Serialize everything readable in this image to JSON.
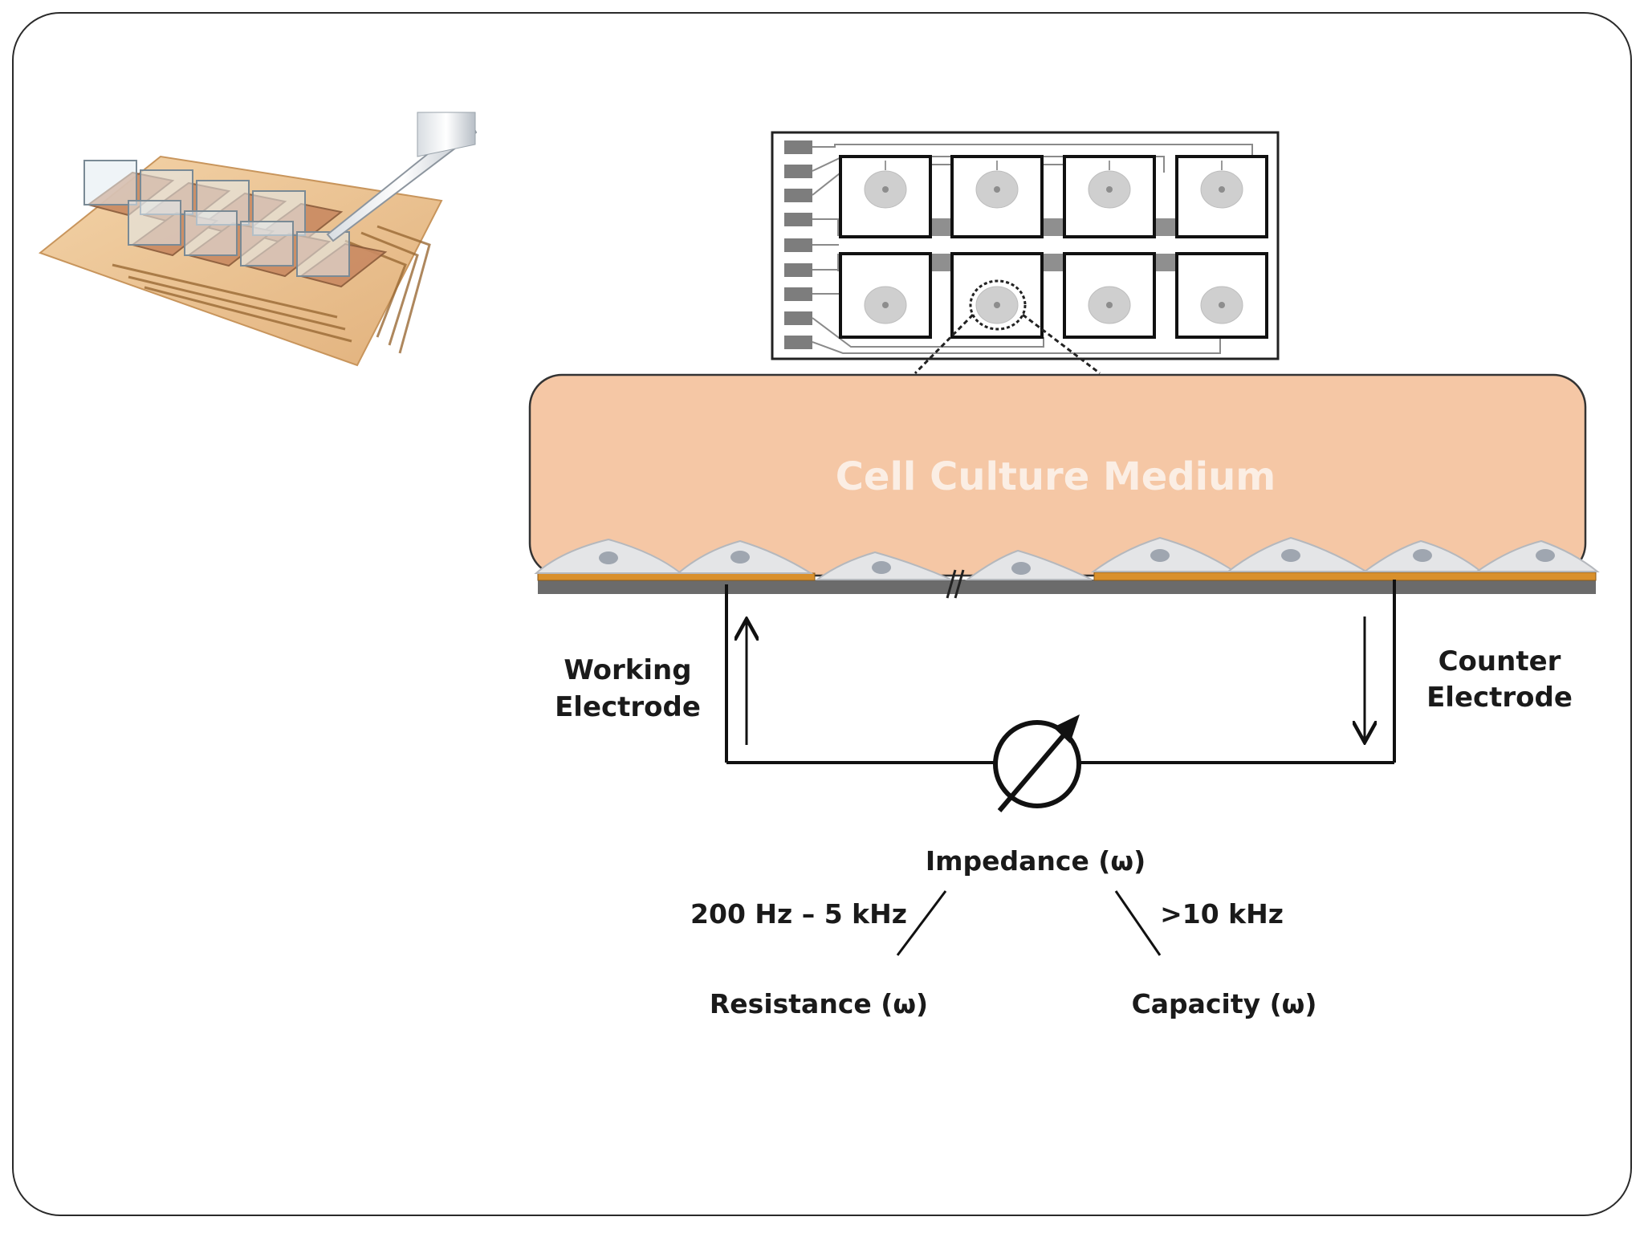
{
  "medium_label": "Cell Culture Medium",
  "working_electrode": {
    "line1": "Working",
    "line2": "Electrode"
  },
  "counter_electrode": {
    "line1": "Counter",
    "line2": "Electrode"
  },
  "impedance_label": "Impedance (ω)",
  "low_freq_label": "200 Hz – 5 kHz",
  "high_freq_label": ">10 kHz",
  "resistance_label": "Resistance (ω)",
  "capacity_label": "Capacity (ω)",
  "icons": [
    "electrode-array-photo",
    "electrode-chip-schematic",
    "variable-meter-icon",
    "cell-icon"
  ],
  "colors": {
    "medium": "#f5c7a5",
    "electrode": "#d9902c",
    "substrate": "#6b6b6b",
    "cell": "#e4e5e7",
    "nucleus": "#9fa6b0",
    "chip_band": "#8f8f8f",
    "text": "#1a1a1a"
  }
}
